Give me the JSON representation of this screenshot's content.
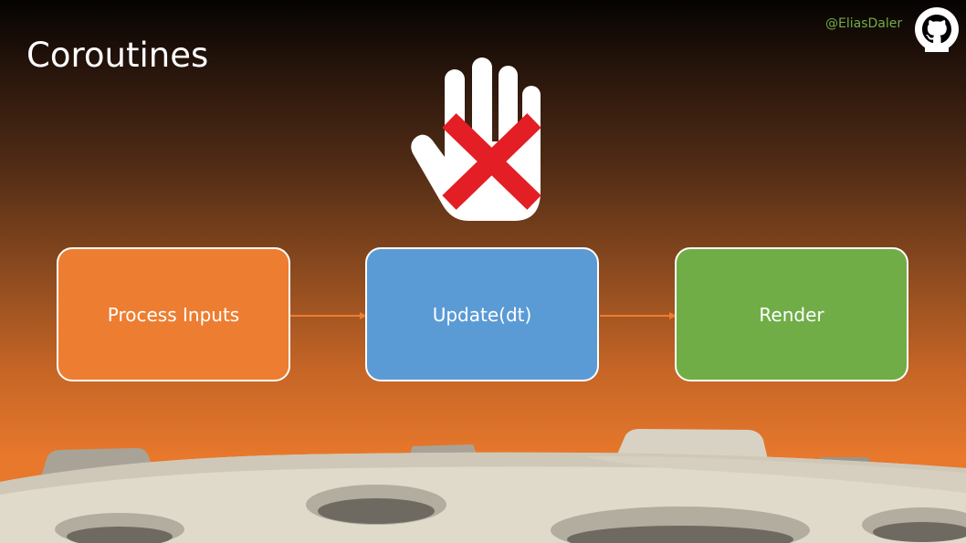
{
  "slide": {
    "title": "Coroutines",
    "author_handle": "@EliasDaler"
  },
  "icons": {
    "github": "github-icon",
    "stop": "stop-hand-icon",
    "cross": "red-cross-icon"
  },
  "flow": {
    "steps": [
      {
        "label": "Process Inputs",
        "color": "#ed7d31"
      },
      {
        "label": "Update(dt)",
        "color": "#5b9bd5"
      },
      {
        "label": "Render",
        "color": "#70ad47"
      }
    ],
    "arrow_color": "#ed7d31"
  },
  "colors": {
    "handle": "#70ad47",
    "cross": "#e31e24"
  }
}
